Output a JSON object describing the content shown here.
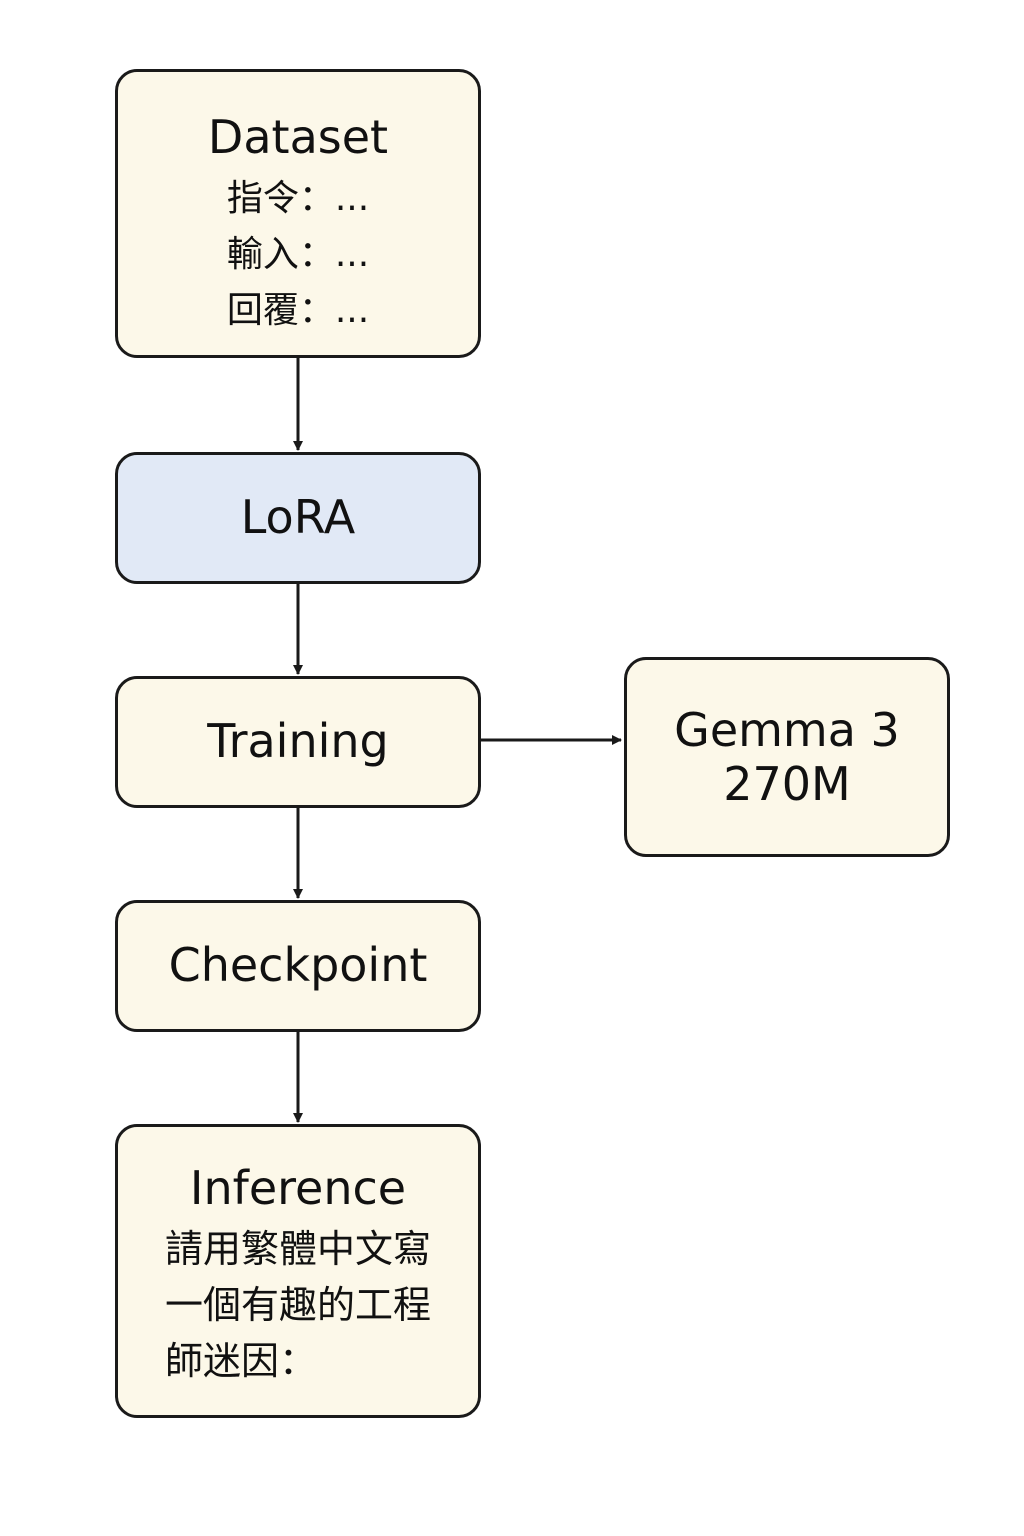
{
  "nodes": {
    "dataset": {
      "title": "Dataset",
      "lines": [
        "指令：...",
        "輸入：...",
        "回覆：..."
      ]
    },
    "lora": {
      "title": "LoRA"
    },
    "training": {
      "title": "Training"
    },
    "model": {
      "line1": "Gemma 3",
      "line2": "270M"
    },
    "checkpoint": {
      "title": "Checkpoint"
    },
    "inference": {
      "title": "Inference",
      "lines": [
        "請用繁體中文寫",
        "一個有趣的工程",
        "師迷因："
      ]
    }
  },
  "colors": {
    "box_fill": "#fcf8e9",
    "lora_fill": "#e1e9f6",
    "stroke": "#1a1a1a"
  }
}
